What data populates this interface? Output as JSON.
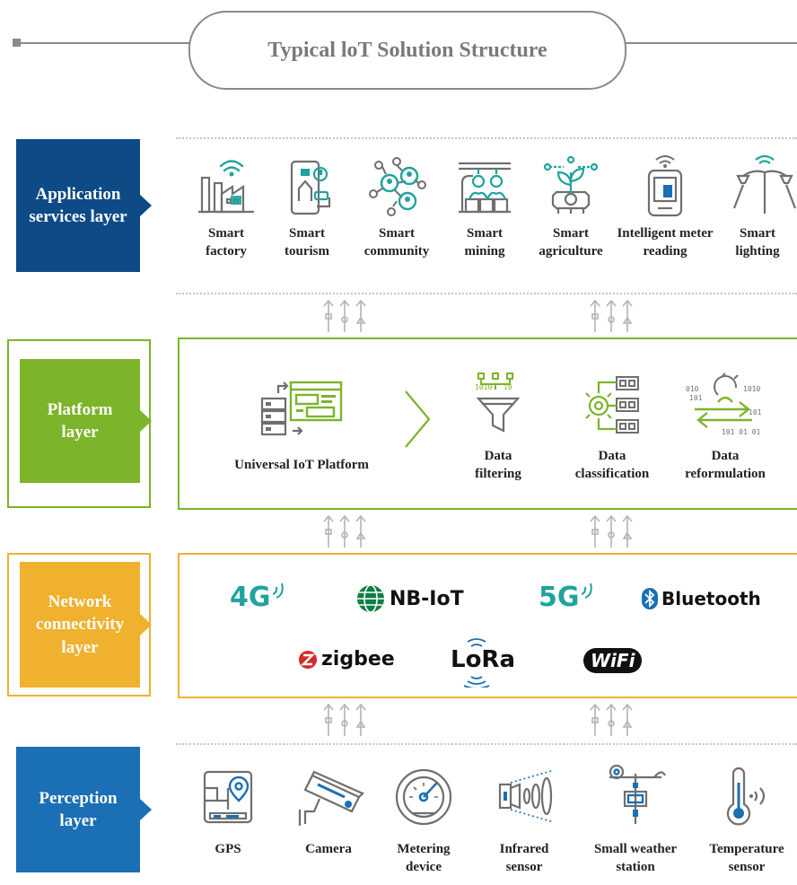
{
  "title": "Typical loT Solution Structure",
  "layers": {
    "application": {
      "label": "Application services layer",
      "color": "#0d4a86",
      "items": [
        {
          "label": "Smart factory",
          "icon": "factory-icon"
        },
        {
          "label": "Smart tourism",
          "icon": "tourism-icon"
        },
        {
          "label": "Smart community",
          "icon": "community-icon"
        },
        {
          "label": "Smart mining",
          "icon": "mining-icon"
        },
        {
          "label": "Smart agriculture",
          "icon": "agriculture-icon"
        },
        {
          "label": "Intelligent meter reading",
          "icon": "meter-icon"
        },
        {
          "label": "Smart lighting",
          "icon": "street-light-icon"
        }
      ]
    },
    "platform": {
      "label": "Platform layer",
      "color": "#7cb42a",
      "main": "Universal IoT Platform",
      "items": [
        {
          "label": "Data filtering",
          "icon": "funnel-icon"
        },
        {
          "label": "Data classification",
          "icon": "classification-icon"
        },
        {
          "label": "Data reformulation",
          "icon": "reformulation-icon"
        }
      ]
    },
    "network": {
      "label": "Network connectivity layer",
      "color": "#f0b12f",
      "logos": [
        "4G",
        "NB-IoT",
        "5G",
        "Bluetooth",
        "zigbee",
        "LoRa",
        "WiFi"
      ]
    },
    "perception": {
      "label": "Perception layer",
      "color": "#1a6fb5",
      "items": [
        {
          "label": "GPS",
          "icon": "gps-icon"
        },
        {
          "label": "Camera",
          "icon": "camera-icon"
        },
        {
          "label": "Metering device",
          "icon": "gauge-icon"
        },
        {
          "label": "Infrared sensor",
          "icon": "infrared-icon"
        },
        {
          "label": "Small weather station",
          "icon": "weather-station-icon"
        },
        {
          "label": "Temperature sensor",
          "icon": "thermometer-icon"
        }
      ]
    }
  },
  "colors": {
    "icon_gray": "#6f6f6f",
    "accent_teal": "#1fa39c",
    "accent_blue": "#1a6fb5",
    "arrow_gray": "#b4b4b4"
  }
}
